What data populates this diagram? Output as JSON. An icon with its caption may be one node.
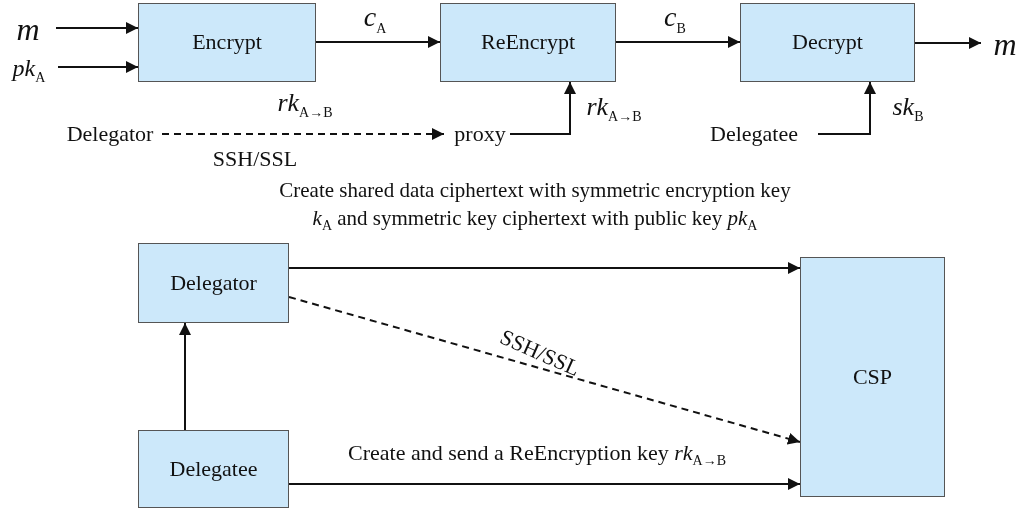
{
  "diagram": {
    "nodes": [
      {
        "text": [
          "m"
        ]
      },
      {
        "text": [
          "*pk*$_{A}$"
        ]
      },
      {
        "text": [
          "Encrypt"
        ]
      },
      {
        "text": [
          "ReEncrypt"
        ]
      },
      {
        "text": [
          "Decrypt"
        ]
      },
      {
        "text": [
          "m"
        ]
      },
      {
        "text": [
          "Delegator"
        ]
      },
      {
        "text": [
          "proxy"
        ]
      },
      {
        "text": [
          "Delegatee"
        ]
      },
      {
        "text": [
          "Delegator"
        ]
      },
      {
        "text": [
          "Delegatee"
        ]
      },
      {
        "text": [
          "CSP"
        ]
      }
    ],
    "edges": [
      {
        "from": 0,
        "to": 2,
        "arrow": "to"
      },
      {
        "from": 1,
        "to": 2,
        "arrow": "to"
      },
      {
        "from": 2,
        "to": 3,
        "arrow": "to",
        "label": "*c*$_{A}$"
      },
      {
        "from": 3,
        "to": 4,
        "arrow": "to",
        "label": "*c*$_{B}$"
      },
      {
        "from": 4,
        "to": 5,
        "arrow": "to"
      },
      {
        "from": 6,
        "to": 7,
        "arrow": "to",
        "style": "dashed",
        "label": "*rk*$_{A→B}$"
      },
      {
        "from": 7,
        "to": 3,
        "arrow": "to",
        "label": "*rk*$_{A→B}$"
      },
      {
        "from": 8,
        "to": 4,
        "arrow": "to",
        "label": "*sk*$_{B}$"
      },
      {
        "from": 9,
        "to": 11,
        "arrow": "to",
        "label": "Create shared data ciphertext with symmetric encryption key *k*$_{A}$ and symmetric key ciphertext with public key *pk*$_{A}$"
      },
      {
        "from": 9,
        "to": 11,
        "arrow": "to",
        "style": "dashed",
        "label": "SSH/SSL"
      },
      {
        "from": 10,
        "to": 9,
        "arrow": "to"
      },
      {
        "from": 10,
        "to": 11,
        "arrow": "to",
        "label": "Create and send a ReEncryption key *rk*$_{A→B}$"
      }
    ],
    "labels": [
      "SSH/SSL"
    ]
  }
}
